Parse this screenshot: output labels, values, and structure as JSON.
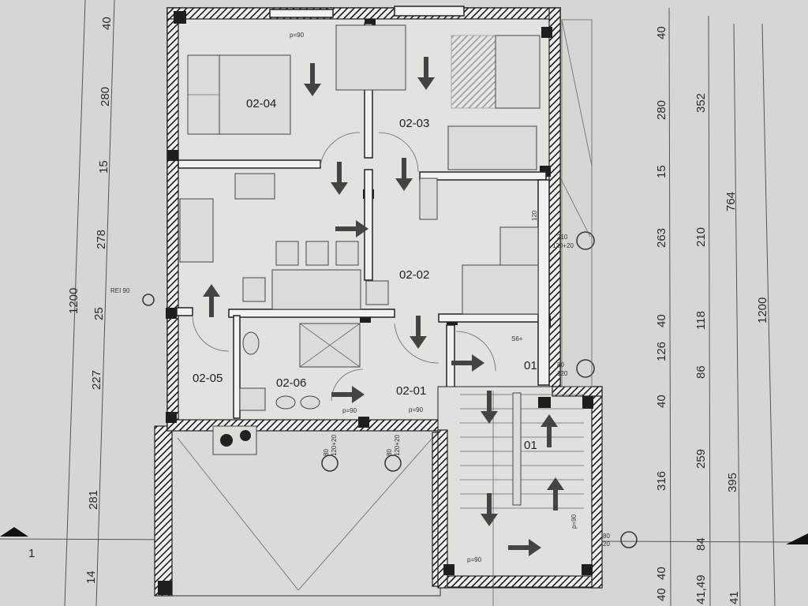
{
  "rooms": {
    "r0204": "02-04",
    "r0203": "02-03",
    "r0202": "02-02",
    "r0205": "02-05",
    "r0206": "02-06",
    "r0201": "02-01",
    "stair_upper": "01",
    "stair_lower": "01"
  },
  "section_marker": "1",
  "dimensions": {
    "left_chain": [
      "40",
      "280",
      "15",
      "278",
      "25",
      "227",
      "281",
      "14"
    ],
    "left_total": "1200",
    "right_chain_1": [
      "40",
      "280",
      "15",
      "263",
      "40",
      "126",
      "40",
      "316",
      "40",
      "40"
    ],
    "right_chain_2": [
      "352",
      "210",
      "118",
      "86",
      "259",
      "84",
      "41,49"
    ],
    "right_chain_3": [
      "764",
      "395",
      "41"
    ],
    "right_total": "1200"
  },
  "annotations": {
    "fire_rating": "REI 90",
    "door_top": "p=90",
    "door_0201": "p=90",
    "door_0206": "p=90",
    "door_stair": "p=90",
    "door_stair_side": "p=90",
    "win_right_1": "210",
    "win_right_1b": "120+20",
    "win_right_2": "80",
    "win_right_2b": "120",
    "win_bottom_1": "80",
    "win_bottom_1b": "120+20",
    "win_bottom_2": "80",
    "win_bottom_2b": "120+20",
    "win_stair": "80",
    "win_stair_b": "20",
    "win_0202": "120",
    "socket": "S6+"
  }
}
